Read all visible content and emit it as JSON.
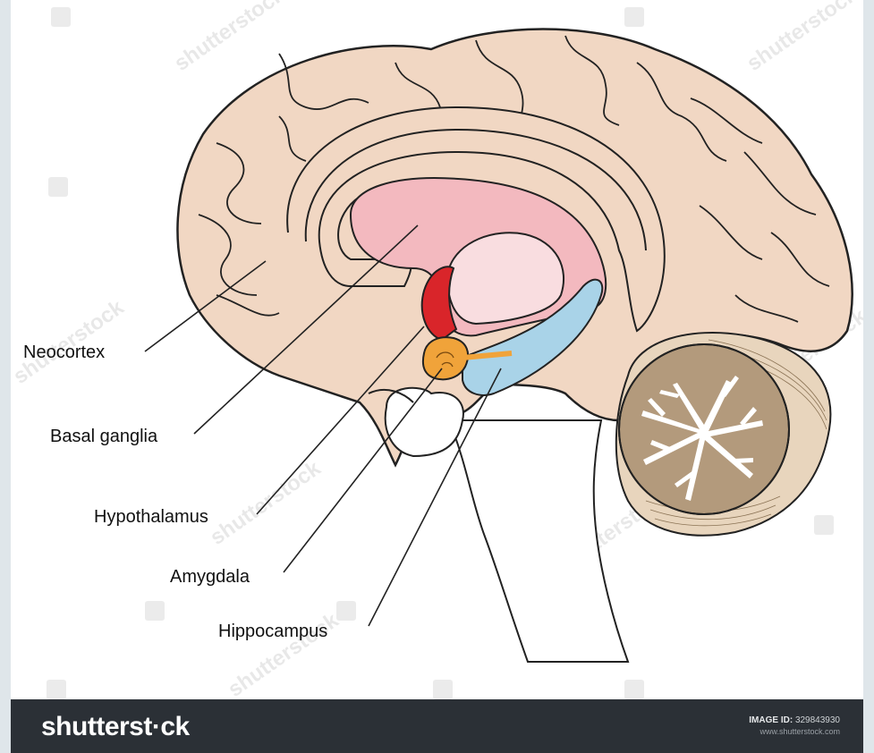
{
  "diagram": {
    "labels": {
      "neocortex": "Neocortex",
      "basal_ganglia": "Basal ganglia",
      "hypothalamus": "Hypothalamus",
      "amygdala": "Amygdala",
      "hippocampus": "Hippocampus"
    },
    "colors": {
      "cortex": "#f1d7c3",
      "basal_ganglia": "#f3b9bf",
      "basal_ganglia_inner": "#f9dde0",
      "hypothalamus": "#d9252a",
      "amygdala": "#f0a33a",
      "hippocampus": "#a9d3e8",
      "cerebellum": "#b39a7c"
    }
  },
  "watermark": {
    "text": "shutterstock"
  },
  "footer": {
    "brand": "shutterst·ck",
    "image_id_label": "IMAGE ID:",
    "image_id": "329843930",
    "site": "www.shutterstock.com"
  }
}
